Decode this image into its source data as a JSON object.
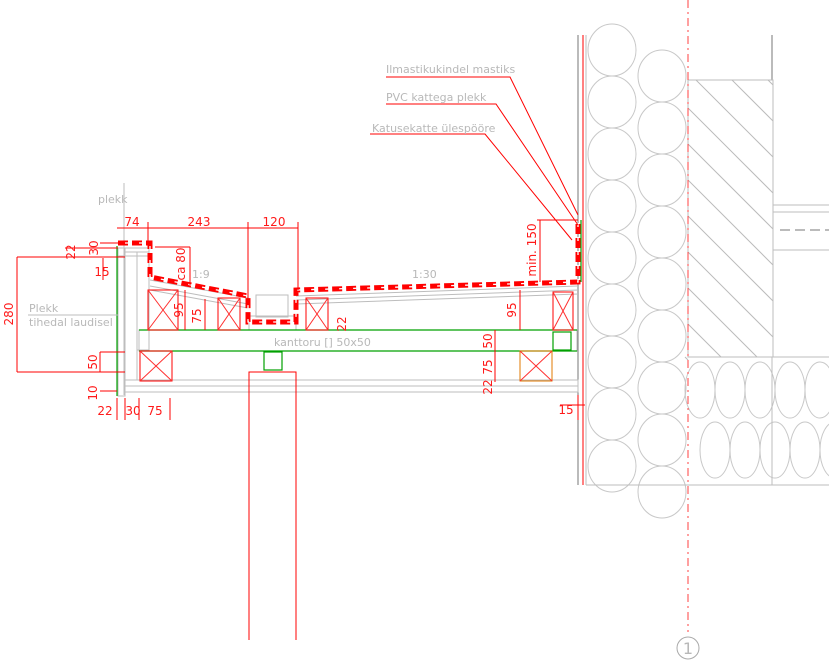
{
  "labels": {
    "plekk": "plekk",
    "plekk_laudisel_1": "Plekk",
    "plekk_laudisel_2": "tihedal laudisel",
    "kanttoru": "kanttoru [] 50x50",
    "mastiks": "Ilmastikukindel mastiks",
    "pvc": "PVC kattega plekk",
    "ulespoore": "Katusekatte ülespööre",
    "slope_left": "1:9",
    "slope_right": "1:30",
    "axis_marker": "1"
  },
  "dimensions": {
    "d74": "74",
    "d243": "243",
    "d120": "120",
    "d22a": "22",
    "d30a": "30",
    "d15a": "15",
    "d280": "280",
    "d50a": "50",
    "d10": "10",
    "d22b": "22",
    "d30b": "30",
    "d75a": "75",
    "ca80": "ca 80",
    "d95a": "95",
    "d75b": "75",
    "d22c": "22",
    "min150": "min. 150",
    "d95b": "95",
    "d50b": "50",
    "d75c": "75",
    "d22d": "22",
    "d15b": "15"
  },
  "colors": {
    "dimension": "#ff0000",
    "tube": "#00a000",
    "label": "#b8b8b8",
    "beam_alt": "#e07800"
  }
}
